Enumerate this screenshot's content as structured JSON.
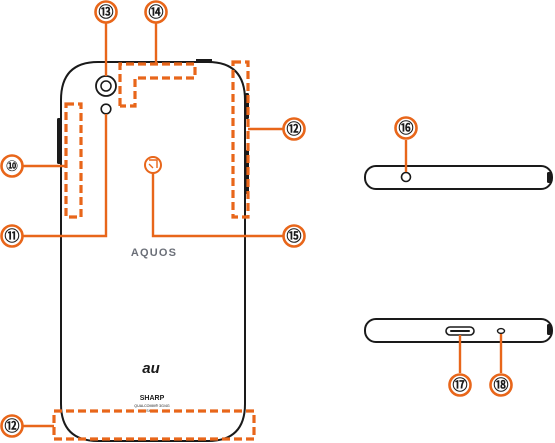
{
  "diagram": {
    "brand_logo": "AQUOS",
    "carrier_logo": "au",
    "maker_logo": "SHARP",
    "fine_print_line_1": "QUALCOMM® 3G/4G",
    "fine_print_line_2": "SHV46",
    "callouts": [
      {
        "id": "callout-10",
        "label": "⑩"
      },
      {
        "id": "callout-11",
        "label": "⑪"
      },
      {
        "id": "callout-12-right",
        "label": "⑫"
      },
      {
        "id": "callout-12-bottom",
        "label": "⑫"
      },
      {
        "id": "callout-13",
        "label": "⑬"
      },
      {
        "id": "callout-14",
        "label": "⑭"
      },
      {
        "id": "callout-15",
        "label": "⑮"
      },
      {
        "id": "callout-16",
        "label": "⑯"
      },
      {
        "id": "callout-17",
        "label": "⑰"
      },
      {
        "id": "callout-18",
        "label": "⑱"
      }
    ]
  },
  "colors": {
    "accent": "#e8661a",
    "outline": "#1a1a1a",
    "logo_text": "#6b6f78"
  }
}
